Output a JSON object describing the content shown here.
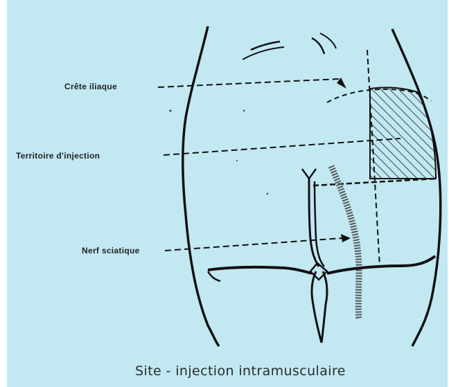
{
  "labels": {
    "iliac_crest": "Crête iliaque",
    "injection_zone": "Territoire d'injection",
    "sciatic_nerve": "Nerf sciatique"
  },
  "caption": "Site - injection intramusculaire",
  "colors": {
    "background": "#c2e8f2",
    "ink": "#111111"
  }
}
